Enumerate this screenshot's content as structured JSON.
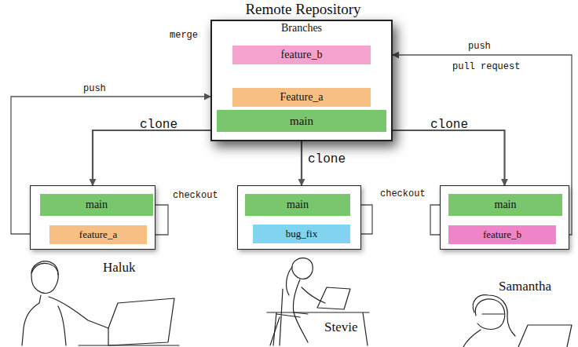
{
  "diagram": {
    "nodes": [
      {
        "text": [
          "Remote Repository",
          "Branches"
        ]
      },
      {
        "text": [
          "feature_b"
        ],
        "in": 0
      },
      {
        "text": [
          "Feature_a"
        ],
        "in": 0
      },
      {
        "text": [
          "main"
        ],
        "in": 0
      },
      {
        "text": [
          "Haluk"
        ]
      },
      {
        "text": [
          "main"
        ],
        "in": 4
      },
      {
        "text": [
          "feature_a"
        ],
        "in": 4
      },
      {
        "text": [
          "Stevie"
        ]
      },
      {
        "text": [
          "main"
        ],
        "in": 7
      },
      {
        "text": [
          "bug_fix"
        ],
        "in": 7
      },
      {
        "text": [
          "Samantha"
        ]
      },
      {
        "text": [
          "main"
        ],
        "in": 10
      },
      {
        "text": [
          "feature_b"
        ],
        "in": 10
      }
    ],
    "edges": [
      {
        "from": 1,
        "to": 2,
        "arrow": "to",
        "label": "merge"
      },
      {
        "from": 4,
        "to": 0,
        "arrow": "to",
        "label": "push"
      },
      {
        "from": 0,
        "to": 4,
        "arrow": "to",
        "label": "clone"
      },
      {
        "from": 0,
        "to": 7,
        "arrow": "to",
        "label": "clone"
      },
      {
        "from": 0,
        "to": 10,
        "arrow": "to",
        "label": "clone"
      },
      {
        "from": 5,
        "to": 6,
        "arrow": "to",
        "label": "checkout"
      },
      {
        "from": 8,
        "to": 9,
        "arrow": "to"
      },
      {
        "from": 11,
        "to": 12,
        "arrow": "to",
        "label": "checkout"
      },
      {
        "from": 12,
        "to": 0,
        "arrow": "to",
        "label": "push"
      }
    ],
    "labels": [
      "pull request"
    ]
  }
}
